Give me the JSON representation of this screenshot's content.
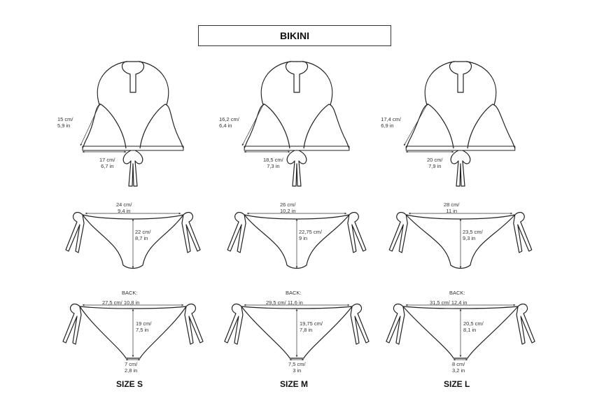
{
  "title": "BIKINI",
  "back_label": "BACK:",
  "sizes": [
    {
      "label": "SIZE S",
      "top_height": [
        "15 cm/",
        "5,9 in"
      ],
      "top_width": [
        "17 cm/",
        "6,7 in"
      ],
      "bottom_width": [
        "24 cm/",
        "9,4 in"
      ],
      "bottom_height": [
        "22 cm/",
        "8,7 in"
      ],
      "back_width": "27,5 cm/ 10,8 in",
      "back_height": [
        "19 cm/",
        "7,5 in"
      ],
      "back_base": [
        "7 cm/",
        "2,8 in"
      ]
    },
    {
      "label": "SIZE M",
      "top_height": [
        "16,2 cm/",
        "6,4 in"
      ],
      "top_width": [
        "18,5 cm/",
        "7,3 in"
      ],
      "bottom_width": [
        "26 cm/",
        "10,2 in"
      ],
      "bottom_height": [
        "22,75 cm/",
        "9 in"
      ],
      "back_width": "29,5 cm/ 11,6 in",
      "back_height": [
        "19,75 cm/",
        "7,8 in"
      ],
      "back_base": [
        "7,5 cm/",
        "3 in"
      ]
    },
    {
      "label": "SIZE L",
      "top_height": [
        "17,4 cm/",
        "6,9 in"
      ],
      "top_width": [
        "20 cm/",
        "7,9 in"
      ],
      "bottom_width": [
        "28 cm/",
        "11 in"
      ],
      "bottom_height": [
        "23,5 cm/",
        "9,3 in"
      ],
      "back_width": "31,5 cm/ 12,4 in",
      "back_height": [
        "20,5 cm/",
        "8,1 in"
      ],
      "back_base": [
        "8 cm/",
        "3,2 in"
      ]
    }
  ]
}
